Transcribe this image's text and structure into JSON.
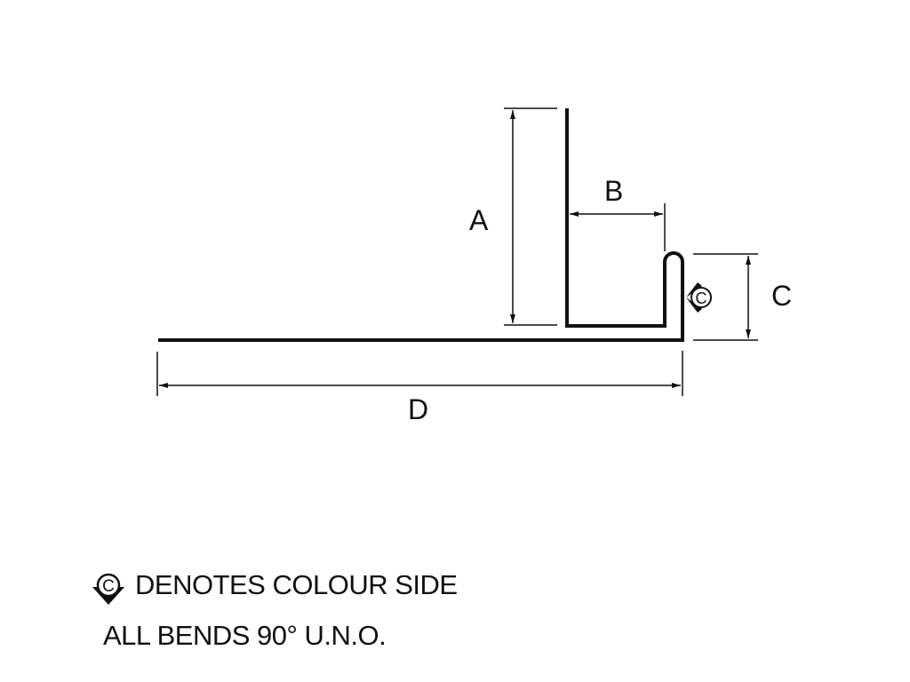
{
  "diagram": {
    "dimension_labels": {
      "a": "A",
      "b": "B",
      "c": "C",
      "d": "D"
    },
    "colour_side_symbol": "C"
  },
  "notes": {
    "colour_side": "DENOTES COLOUR SIDE",
    "bends": "ALL BENDS 90° U.N.O."
  }
}
